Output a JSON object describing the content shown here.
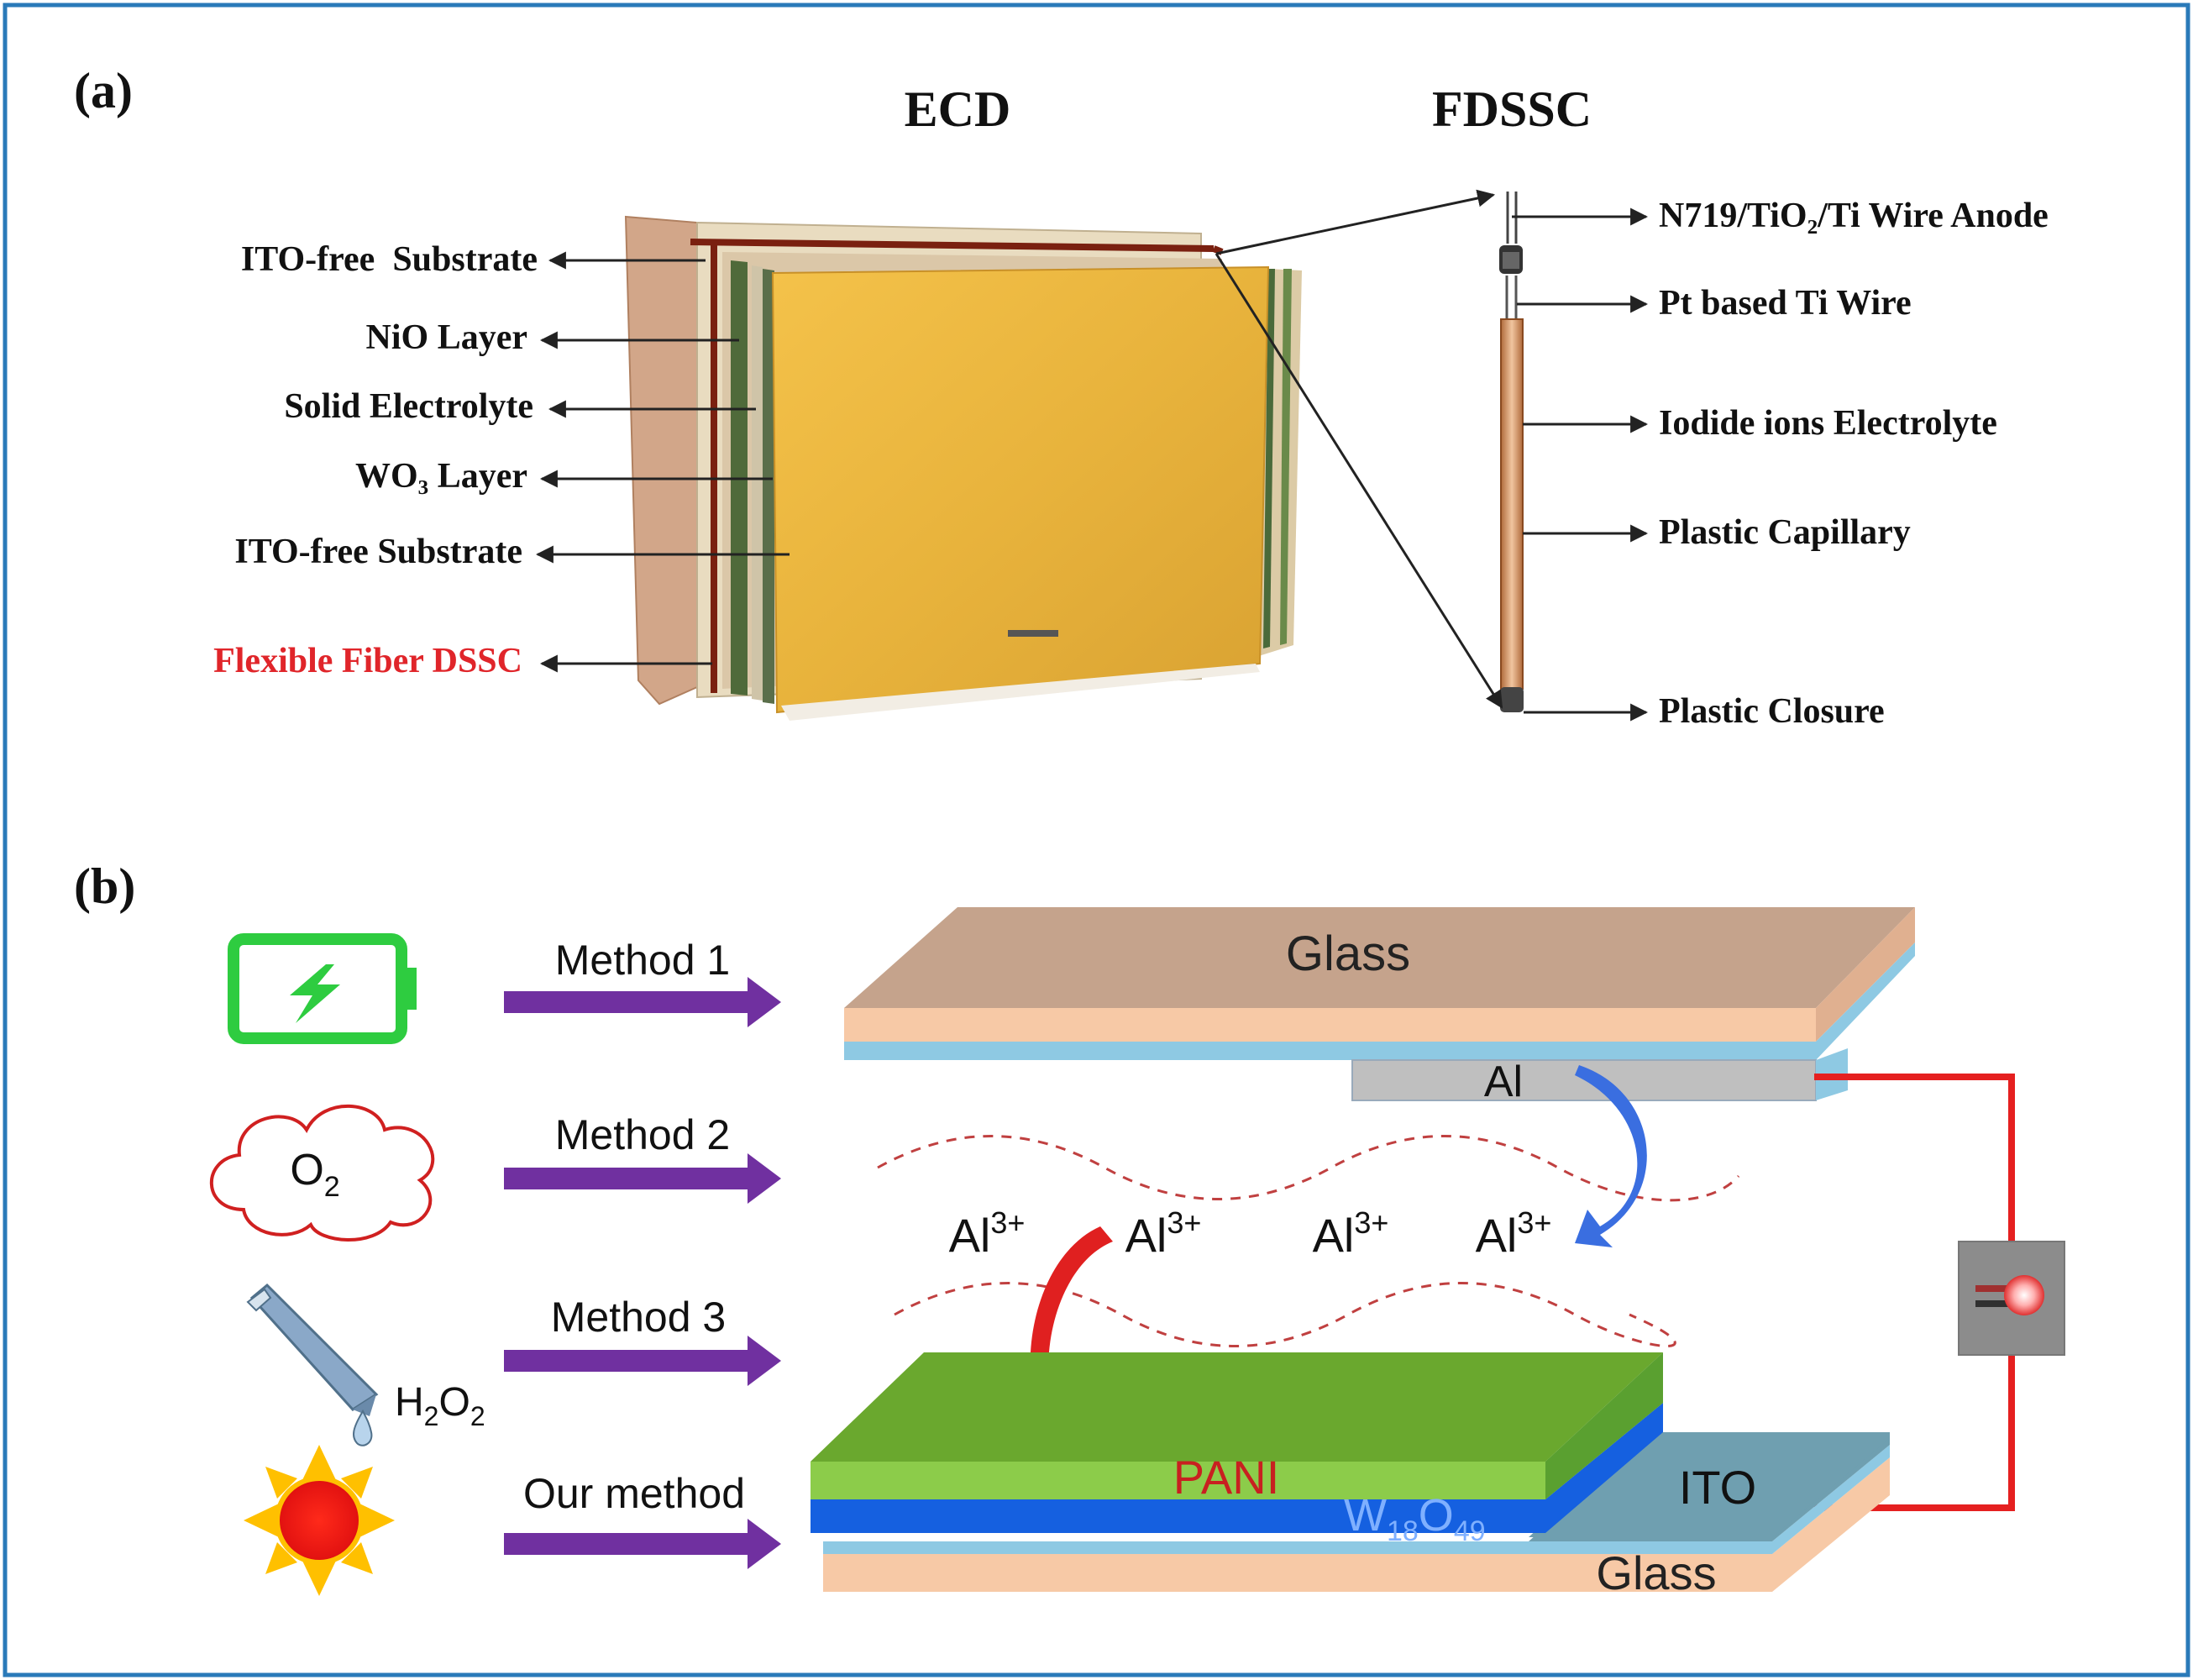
{
  "panel_a": {
    "tag": "(a)",
    "ecd_title": "ECD",
    "fdssc_title": "FDSSC",
    "left_labels": [
      "ITO-free  Substrate",
      "NiO Layer",
      "Solid Electrolyte",
      "WO₃ Layer",
      "ITO-free Substrate",
      "Flexible Fiber DSSC"
    ],
    "right_labels": [
      "N719/TiO₂/Ti Wire Anode",
      "Pt based Ti Wire",
      "Iodide ions Electrolyte",
      "Plastic Capillary",
      "Plastic Closure"
    ]
  },
  "panel_b": {
    "tag": "(b)",
    "methods": [
      "Method 1",
      "Method 2",
      "Method 3",
      "Our method"
    ],
    "o2": {
      "base": "O",
      "sub": "2"
    },
    "h2o2": {
      "a": "H",
      "b": "2",
      "c": "O",
      "d": "2"
    },
    "top_glass": "Glass",
    "al": "Al",
    "ion": {
      "base": "Al",
      "sup": "3+"
    },
    "pani": "PANI",
    "w": {
      "a": "W",
      "b": "18",
      "c": "O",
      "d": "49"
    },
    "ito": "ITO",
    "bottom_glass": "Glass"
  },
  "colors": {
    "border": "#2a7ab9",
    "red_label": "#e0252a",
    "arrow_purple": "#7030a0",
    "battery_green": "#2ecc40",
    "pani_green": "#78b038",
    "w_blue": "#1560e0",
    "wire_red": "#e52020",
    "glass_tan": "#c5a38c"
  }
}
